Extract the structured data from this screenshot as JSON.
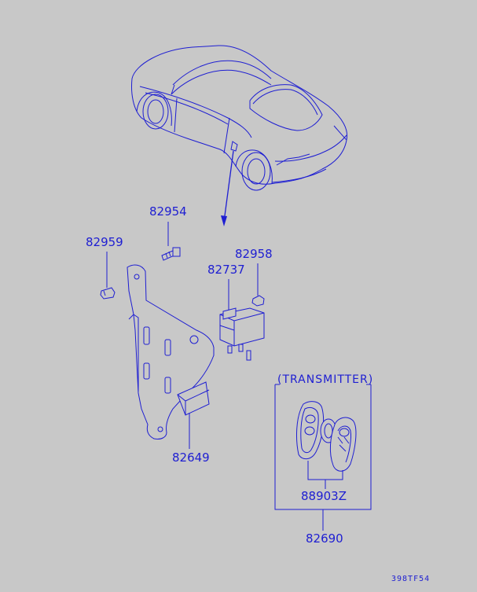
{
  "parts": {
    "p82954": "82954",
    "p82959": "82959",
    "p82958": "82958",
    "p82737": "82737",
    "p82649": "82649",
    "p88903Z": "88903Z",
    "p82690": "82690"
  },
  "group_label": "(TRANSMITTER)",
  "figure_code": "398TF54",
  "colors": {
    "background": "#c8c8c8",
    "ink": "#1e1ed2"
  }
}
